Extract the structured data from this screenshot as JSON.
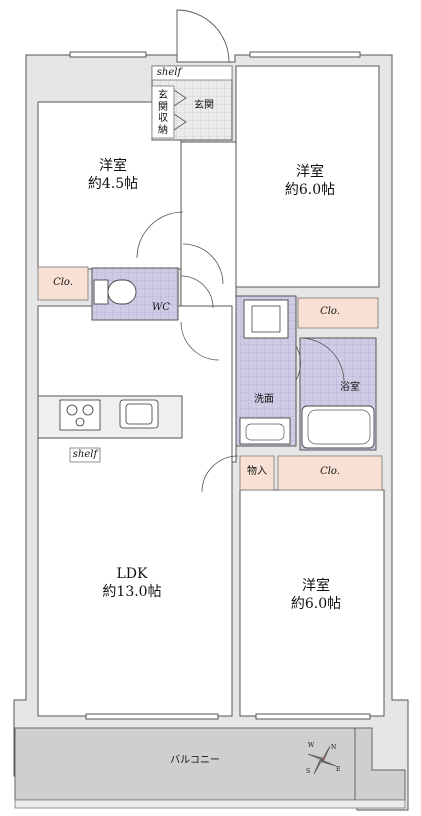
{
  "rooms": {
    "bedroom_nw": {
      "name": "洋室",
      "size": "約4.5帖"
    },
    "bedroom_ne": {
      "name": "洋室",
      "size": "約6.0帖"
    },
    "bedroom_se": {
      "name": "洋室",
      "size": "約6.0帖"
    },
    "ldk": {
      "name": "LDK",
      "size": "約13.0帖"
    },
    "entrance": {
      "name": "玄関"
    },
    "entrance_storage": {
      "name": "玄関収納"
    },
    "toilet": {
      "name": "WC"
    },
    "washroom": {
      "name": "洗面"
    },
    "bathroom": {
      "name": "浴室"
    },
    "storage": {
      "name": "物入"
    },
    "balcony": {
      "name": "バルコニー"
    }
  },
  "closets": {
    "nw": "Clo.",
    "ne": "Clo.",
    "se": "Clo."
  },
  "shelves": {
    "entrance": "shelf",
    "kitchen": "shelf"
  },
  "compass": {
    "n": "N",
    "s": "S",
    "e": "E",
    "w": "W"
  },
  "colors": {
    "wall": "#555555",
    "outer": "#e8e8e8",
    "closet": "#f9e0d4",
    "wet_tile": "#cfcbe5",
    "entrance_tile": "#e8e8e8",
    "balcony": "#cfcfcf"
  }
}
